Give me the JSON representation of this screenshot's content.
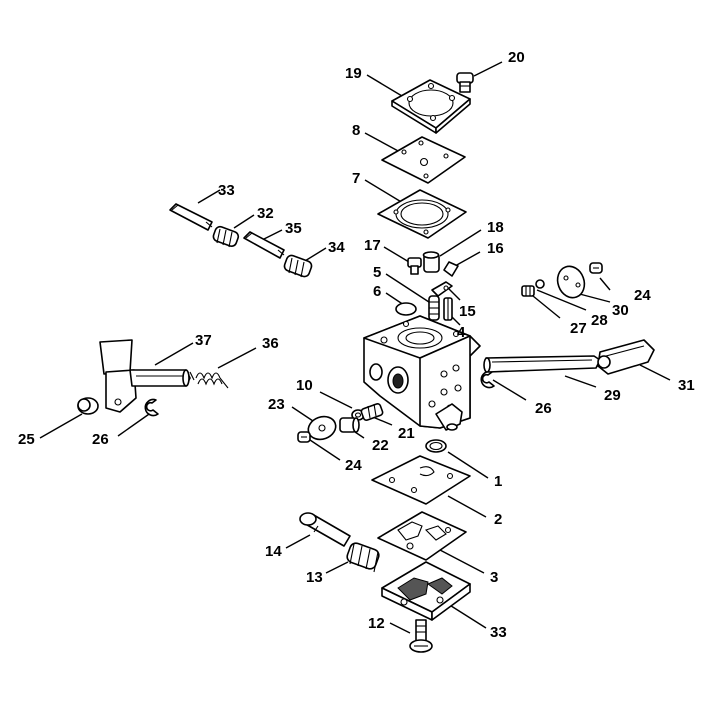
{
  "callouts": [
    {
      "id": "c20a",
      "text": "20"
    },
    {
      "id": "c19",
      "text": "19"
    },
    {
      "id": "c8",
      "text": "8"
    },
    {
      "id": "c7",
      "text": "7"
    },
    {
      "id": "c33a",
      "text": "33"
    },
    {
      "id": "c32",
      "text": "32"
    },
    {
      "id": "c35",
      "text": "35"
    },
    {
      "id": "c34",
      "text": "34"
    },
    {
      "id": "c18",
      "text": "18"
    },
    {
      "id": "c17",
      "text": "17"
    },
    {
      "id": "c16",
      "text": "16"
    },
    {
      "id": "c5",
      "text": "5"
    },
    {
      "id": "c6",
      "text": "6"
    },
    {
      "id": "c15",
      "text": "15"
    },
    {
      "id": "c4",
      "text": "4"
    },
    {
      "id": "c24a",
      "text": "24"
    },
    {
      "id": "c30",
      "text": "30"
    },
    {
      "id": "c28",
      "text": "28"
    },
    {
      "id": "c27",
      "text": "27"
    },
    {
      "id": "c37",
      "text": "37"
    },
    {
      "id": "c36",
      "text": "36"
    },
    {
      "id": "c31",
      "text": "31"
    },
    {
      "id": "c29",
      "text": "29"
    },
    {
      "id": "c26a",
      "text": "26"
    },
    {
      "id": "c10",
      "text": "10"
    },
    {
      "id": "c23",
      "text": "23"
    },
    {
      "id": "c21",
      "text": "21"
    },
    {
      "id": "c22",
      "text": "22"
    },
    {
      "id": "c24b",
      "text": "24"
    },
    {
      "id": "c25",
      "text": "25"
    },
    {
      "id": "c26b",
      "text": "26"
    },
    {
      "id": "c1",
      "text": "1"
    },
    {
      "id": "c2",
      "text": "2"
    },
    {
      "id": "c3",
      "text": "3"
    },
    {
      "id": "c14",
      "text": "14"
    },
    {
      "id": "c13",
      "text": "13"
    },
    {
      "id": "c12",
      "text": "12"
    },
    {
      "id": "c33b",
      "text": "33"
    }
  ]
}
